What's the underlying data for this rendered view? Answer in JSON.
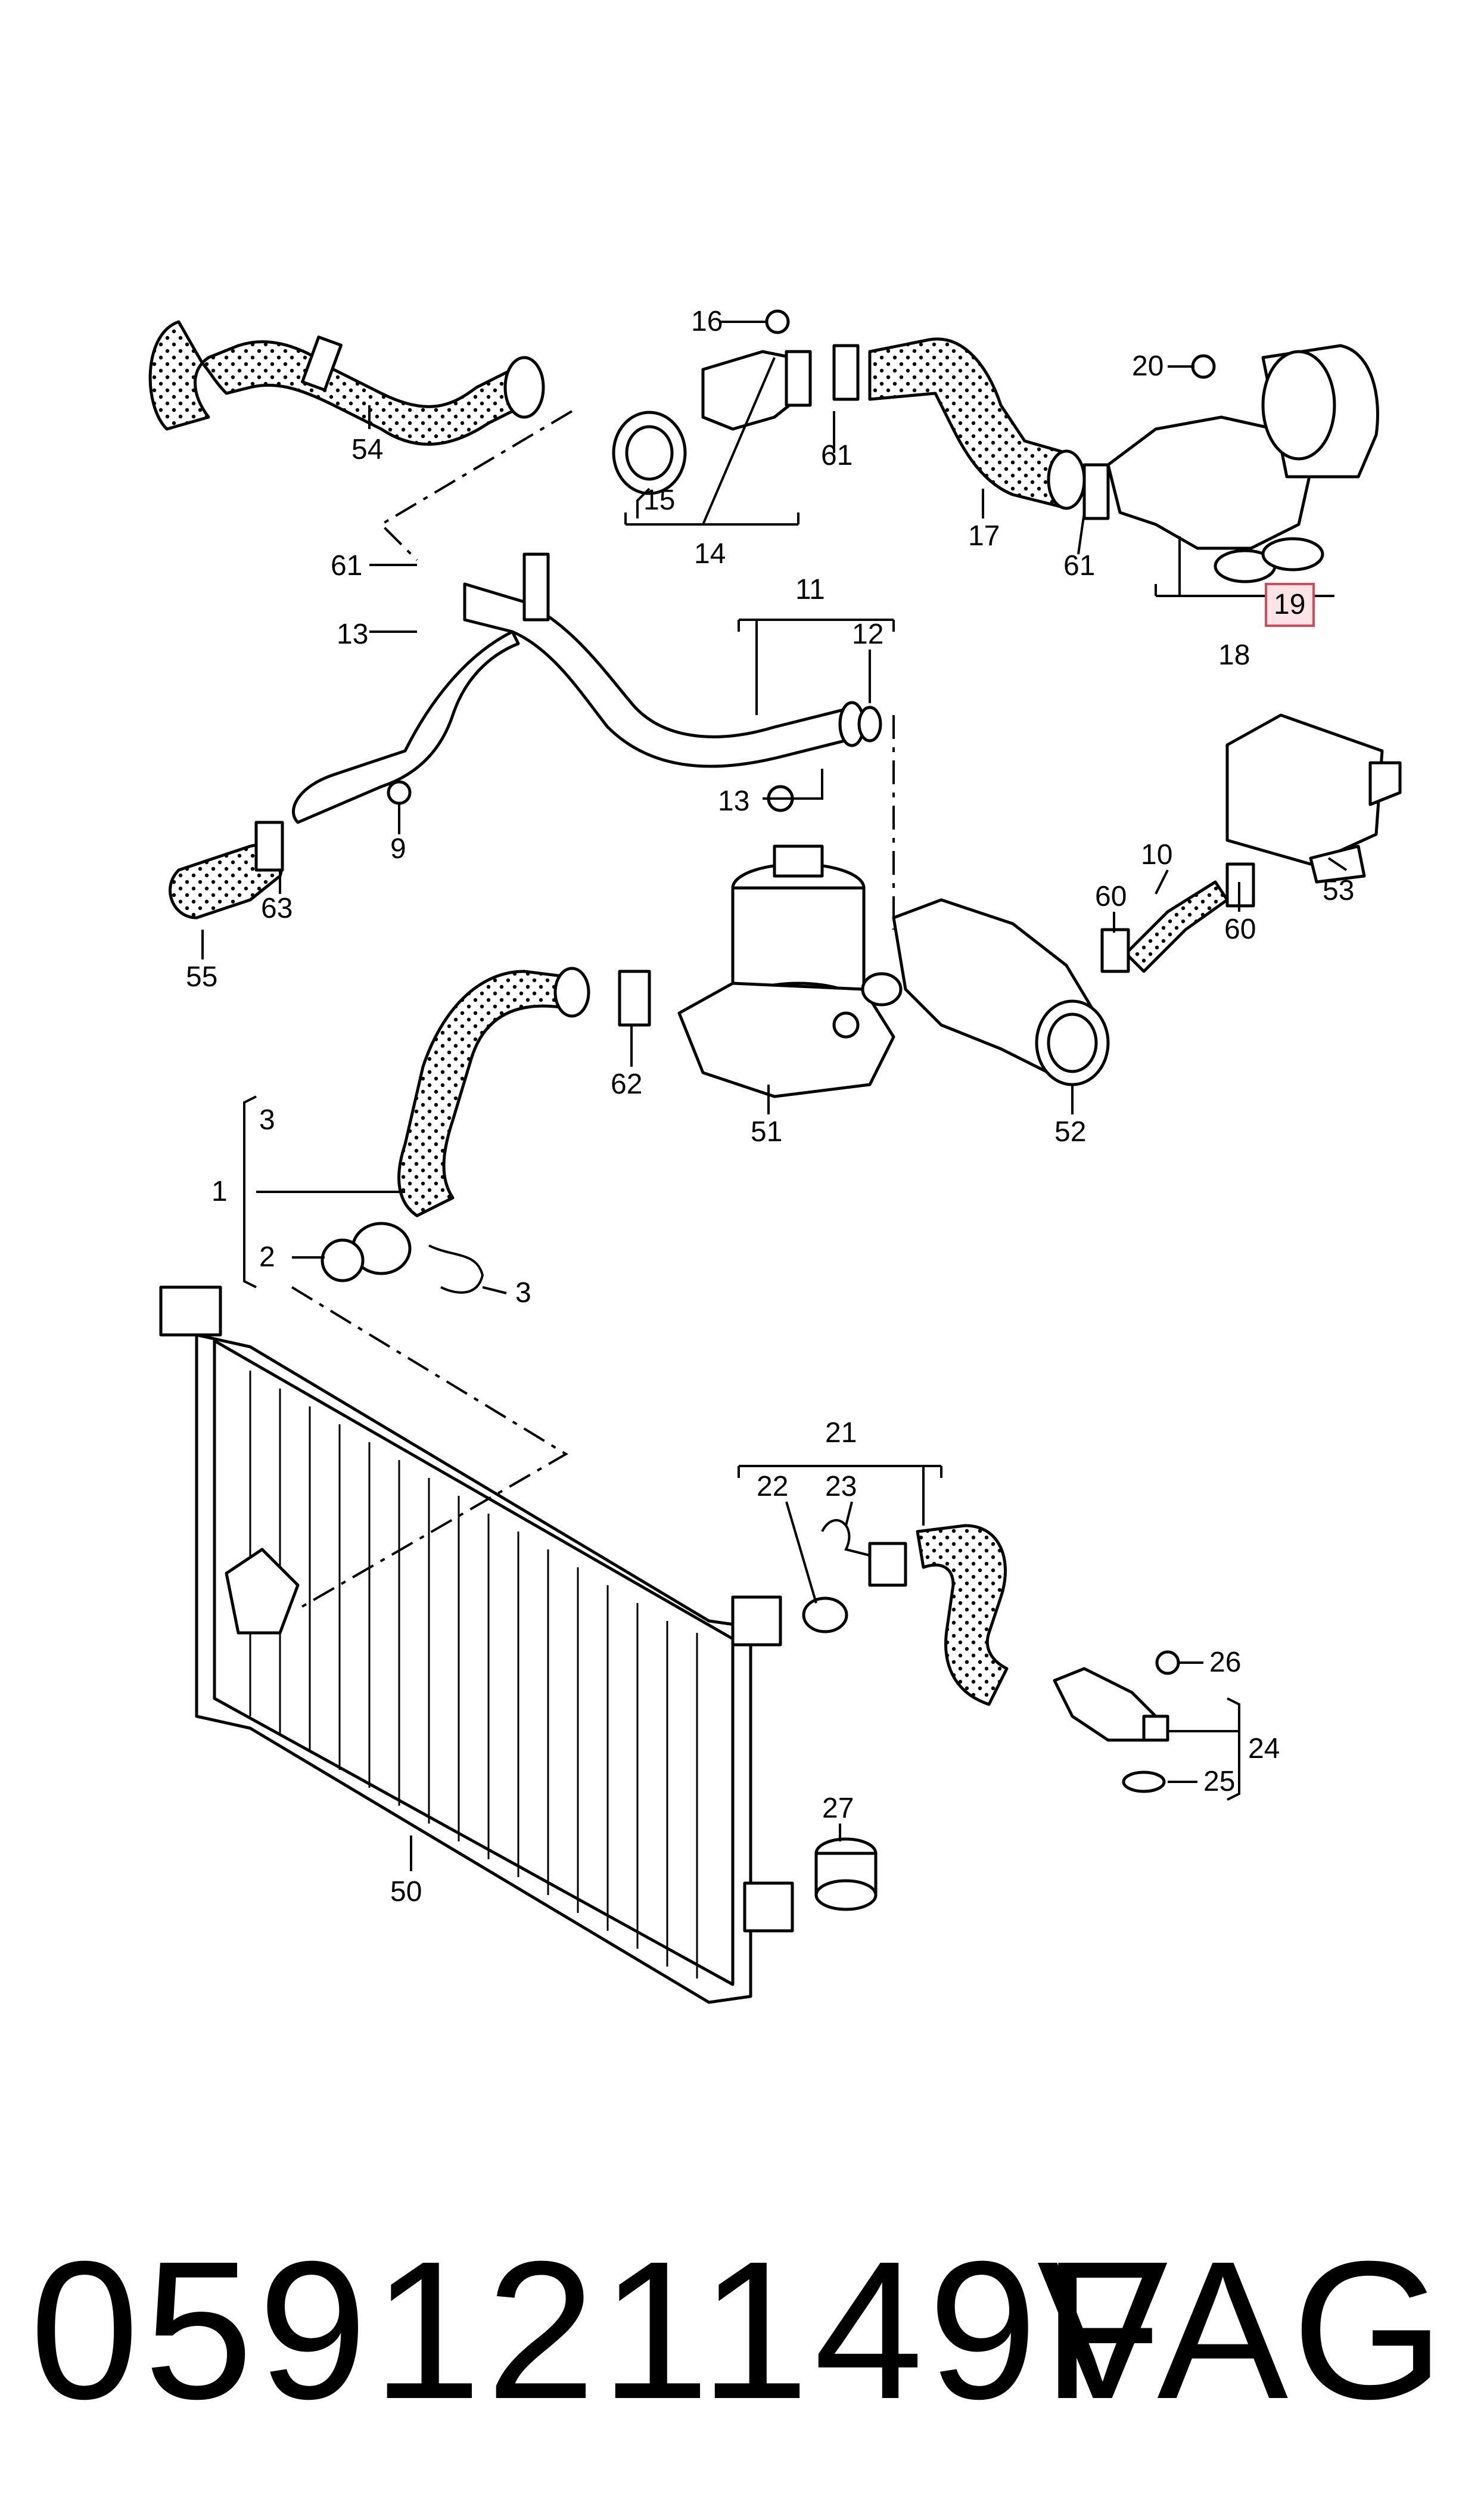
{
  "diagram": {
    "callouts": [
      {
        "id": "54",
        "text": "54"
      },
      {
        "id": "16",
        "text": "16"
      },
      {
        "id": "15",
        "text": "15"
      },
      {
        "id": "14",
        "text": "14"
      },
      {
        "id": "61a",
        "text": "61"
      },
      {
        "id": "17",
        "text": "17"
      },
      {
        "id": "61b",
        "text": "61"
      },
      {
        "id": "20",
        "text": "20"
      },
      {
        "id": "19",
        "text": "19",
        "highlighted": true
      },
      {
        "id": "18",
        "text": "18"
      },
      {
        "id": "61c",
        "text": "61"
      },
      {
        "id": "13a",
        "text": "13"
      },
      {
        "id": "11",
        "text": "11"
      },
      {
        "id": "12",
        "text": "12"
      },
      {
        "id": "13b",
        "text": "13"
      },
      {
        "id": "9",
        "text": "9"
      },
      {
        "id": "63",
        "text": "63"
      },
      {
        "id": "55",
        "text": "55"
      },
      {
        "id": "10",
        "text": "10"
      },
      {
        "id": "60a",
        "text": "60"
      },
      {
        "id": "60b",
        "text": "60"
      },
      {
        "id": "53",
        "text": "53"
      },
      {
        "id": "62",
        "text": "62"
      },
      {
        "id": "51",
        "text": "51"
      },
      {
        "id": "52",
        "text": "52"
      },
      {
        "id": "3a",
        "text": "3"
      },
      {
        "id": "1",
        "text": "1"
      },
      {
        "id": "2",
        "text": "2"
      },
      {
        "id": "3b",
        "text": "3"
      },
      {
        "id": "21",
        "text": "21"
      },
      {
        "id": "22",
        "text": "22"
      },
      {
        "id": "23",
        "text": "23"
      },
      {
        "id": "26",
        "text": "26"
      },
      {
        "id": "24",
        "text": "24"
      },
      {
        "id": "25",
        "text": "25"
      },
      {
        "id": "27",
        "text": "27"
      },
      {
        "id": "50",
        "text": "50"
      }
    ],
    "highlight_color": "#d44a5a"
  },
  "footer": {
    "part_number": "059121149F",
    "brand": "VAG"
  }
}
